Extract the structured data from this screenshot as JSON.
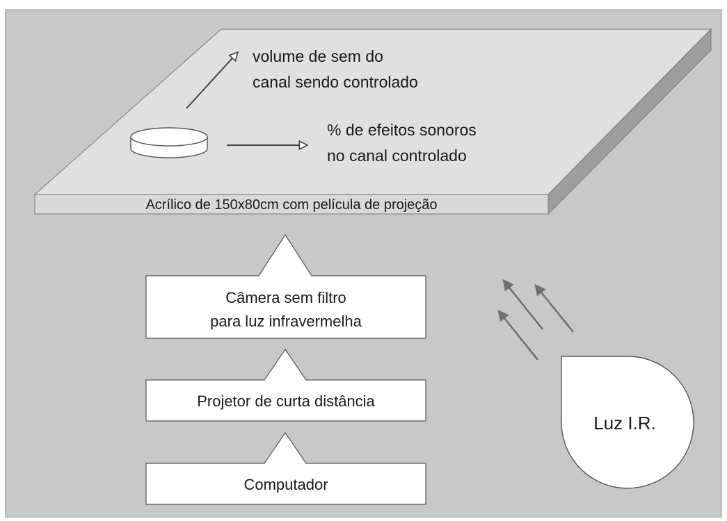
{
  "labels": {
    "volume_line1": "volume de sem do",
    "volume_line2": "canal sendo controlado",
    "effects_line1": "% de efeitos sonoros",
    "effects_line2": "no canal controlado",
    "acrylic": "Acrílico de 150x80cm com película de projeção",
    "camera_line1": "Câmera sem filtro",
    "camera_line2": "para luz infravermelha",
    "projector": "Projetor de curta distância",
    "computer": "Computador",
    "ir_light": "Luz I.R."
  },
  "colors": {
    "background": "#c8c8c8",
    "plate_top": "#e0e0e0",
    "plate_front": "#d9d9d9",
    "plate_side": "#9e9e9e",
    "box_fill": "#ffffff",
    "stroke": "#555555",
    "text": "#1a1a1a"
  },
  "icons": {
    "puck": "cylinder-puck-icon",
    "ir_source": "ir-light-drop-icon"
  }
}
